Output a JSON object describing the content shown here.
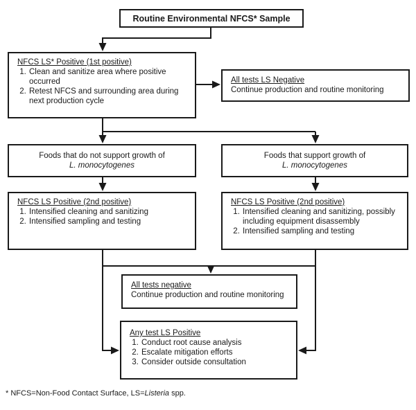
{
  "diagram": {
    "title": "Routine Environmental NFCS* Sample",
    "first_positive": {
      "heading": "NFCS LS* Positive (1st positive)",
      "steps": [
        "Clean and sanitize area where positive occurred",
        "Retest NFCS and surrounding area during next production cycle"
      ]
    },
    "all_tests_ls_negative": {
      "heading": "All tests LS Negative",
      "body": "Continue production and routine monitoring"
    },
    "foods_no_growth": {
      "line1": "Foods that do not support growth of",
      "line2": "L. monocytogenes"
    },
    "foods_growth": {
      "line1": "Foods that support growth of",
      "line2": "L. monocytogenes"
    },
    "second_positive_no_growth": {
      "heading": "NFCS LS Positive (2nd positive)",
      "steps": [
        "Intensified cleaning and sanitizing",
        "Intensified sampling and testing"
      ]
    },
    "second_positive_growth": {
      "heading": "NFCS LS Positive (2nd positive)",
      "steps": [
        "Intensified cleaning and sanitizing, possibly including equipment disassembly",
        "Intensified sampling and testing"
      ]
    },
    "all_tests_negative": {
      "heading": "All tests negative",
      "body": "Continue production and routine monitoring"
    },
    "any_test_positive": {
      "heading": "Any test LS Positive",
      "steps": [
        "Conduct root cause analysis",
        "Escalate mitigation efforts",
        "Consider outside consultation"
      ]
    },
    "footnote": {
      "prefix": "* NFCS=Non-Food Contact Surface, LS=",
      "italic_word": "Listeria",
      "suffix": " spp."
    }
  },
  "colors": {
    "line": "#1a1a1a",
    "background": "#ffffff",
    "text": "#1a1a1a"
  }
}
